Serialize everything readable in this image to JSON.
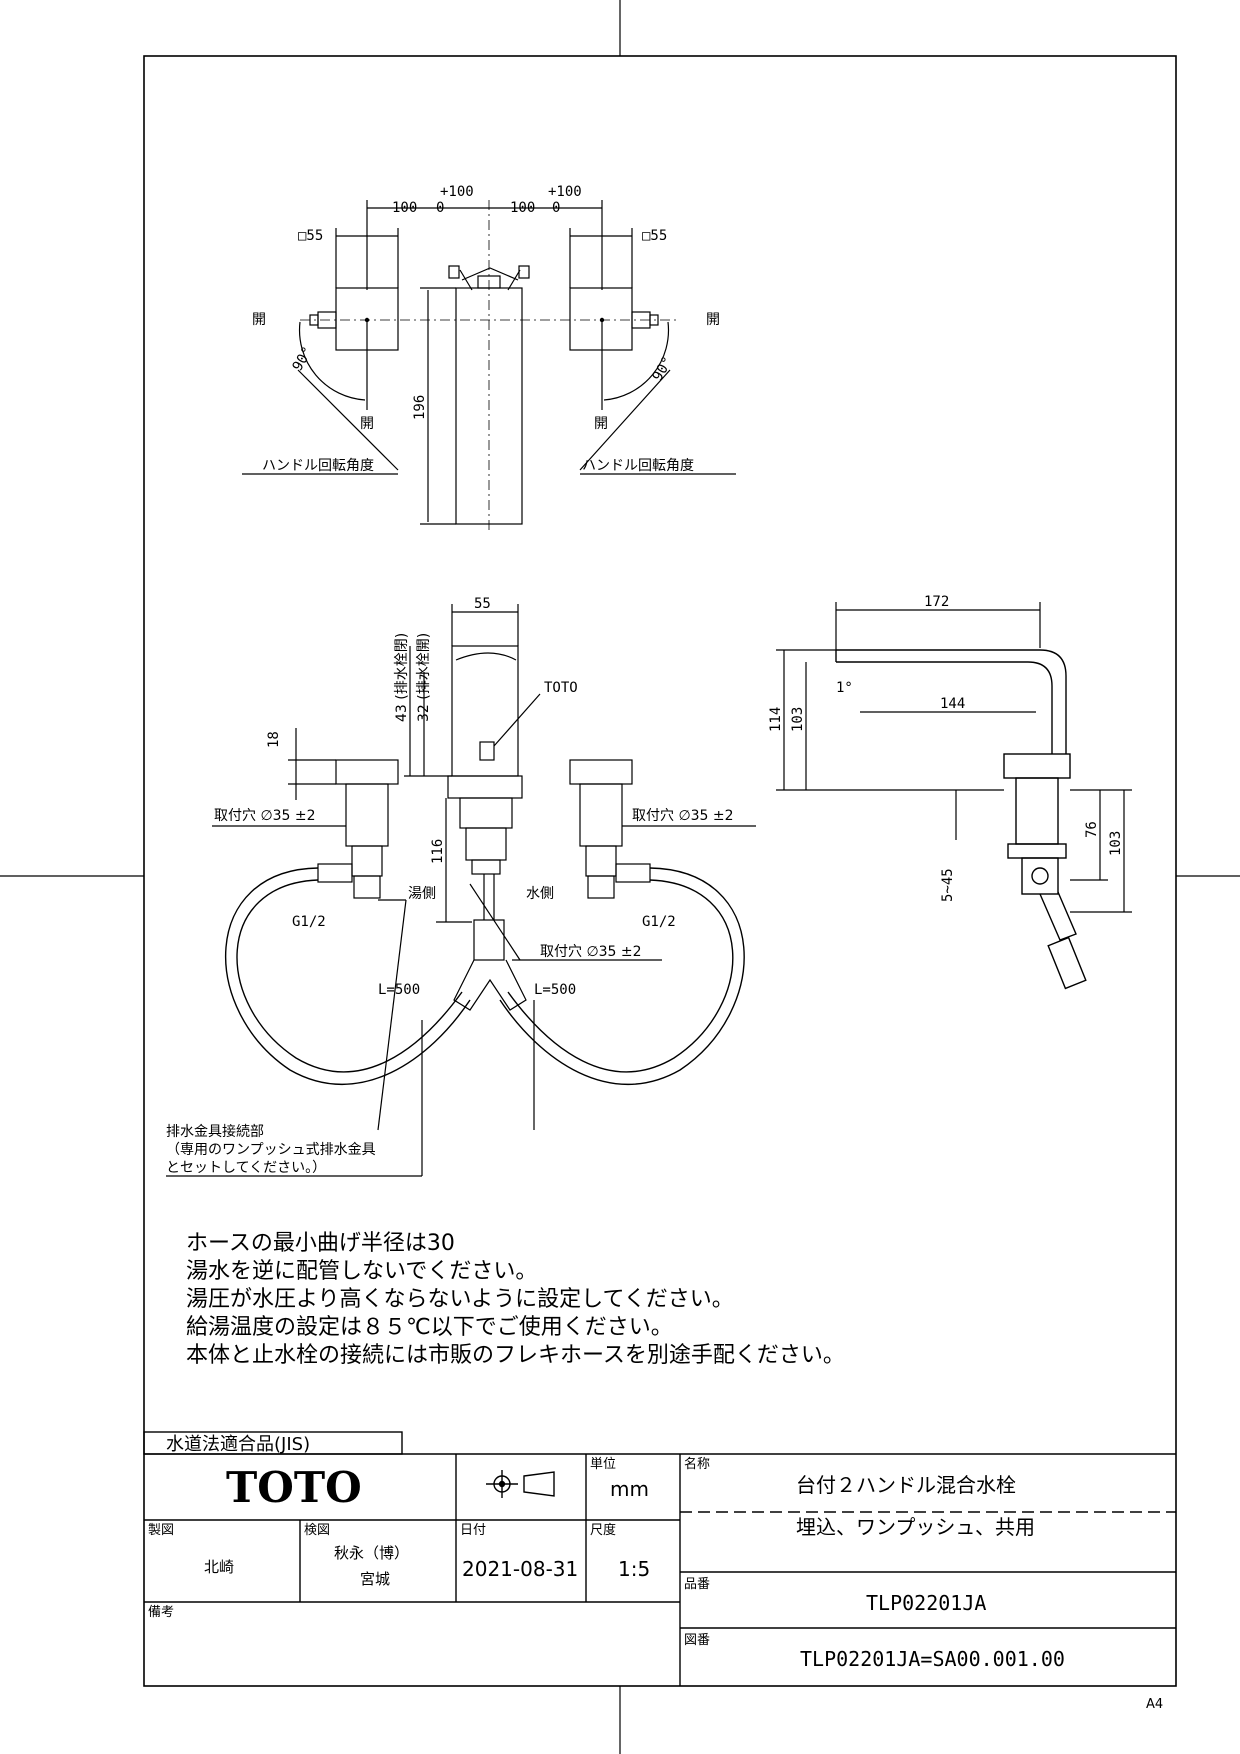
{
  "dims": {
    "plus100": "+100",
    "d100": "100",
    "zero": "0",
    "sq55": "□55",
    "open": "開",
    "deg90": "90°",
    "d196": "196",
    "handle_angle": "ハンドル回転角度",
    "d55": "55",
    "d43": "43 (排水栓閉)",
    "d32": "32 (排水栓開)",
    "toto_label": "TOTO",
    "d18": "18",
    "mount_hole": "取付穴 ∅35 ±2",
    "d116": "116",
    "hot_side": "湯側",
    "cold_side": "水側",
    "g12": "G1/2",
    "hose_len": "L=500",
    "drain_title": "排水金具接続部",
    "drain_l2": "（専用のワンプッシュ式排水金具",
    "drain_l3": "とセットしてください。）",
    "d172": "172",
    "deg1": "1°",
    "d144": "144",
    "d114": "114",
    "d103": "103",
    "d76": "76",
    "d5_45": "5~45"
  },
  "notes": [
    "ホースの最小曲げ半径は30",
    "湯水を逆に配管しないでください。",
    "湯圧が水圧より高くならないように設定してください。",
    "給湯温度の設定は８５℃以下でご使用ください。",
    "本体と止水栓の接続には市販のフレキホースを別途手配ください。"
  ],
  "titleblock": {
    "jis": "水道法適合品(JIS)",
    "brand": "TOTO",
    "unit_label": "単位",
    "unit": "mm",
    "name_label": "名称",
    "name_line1": "台付２ハンドル混合水栓",
    "name_line2": "埋込、ワンプッシュ、共用",
    "drawn_label": "製図",
    "drawn_by": "北崎",
    "checked_label": "検図",
    "checked_by_1": "秋永（博）",
    "checked_by_2": "宮城",
    "date_label": "日付",
    "date": "2021-08-31",
    "scale_label": "尺度",
    "scale": "1:5",
    "part_label": "品番",
    "part_no": "TLP02201JA",
    "remarks_label": "備考",
    "drawing_label": "図番",
    "drawing_no": "TLP02201JA=SA00.001.00",
    "paper": "A4"
  }
}
